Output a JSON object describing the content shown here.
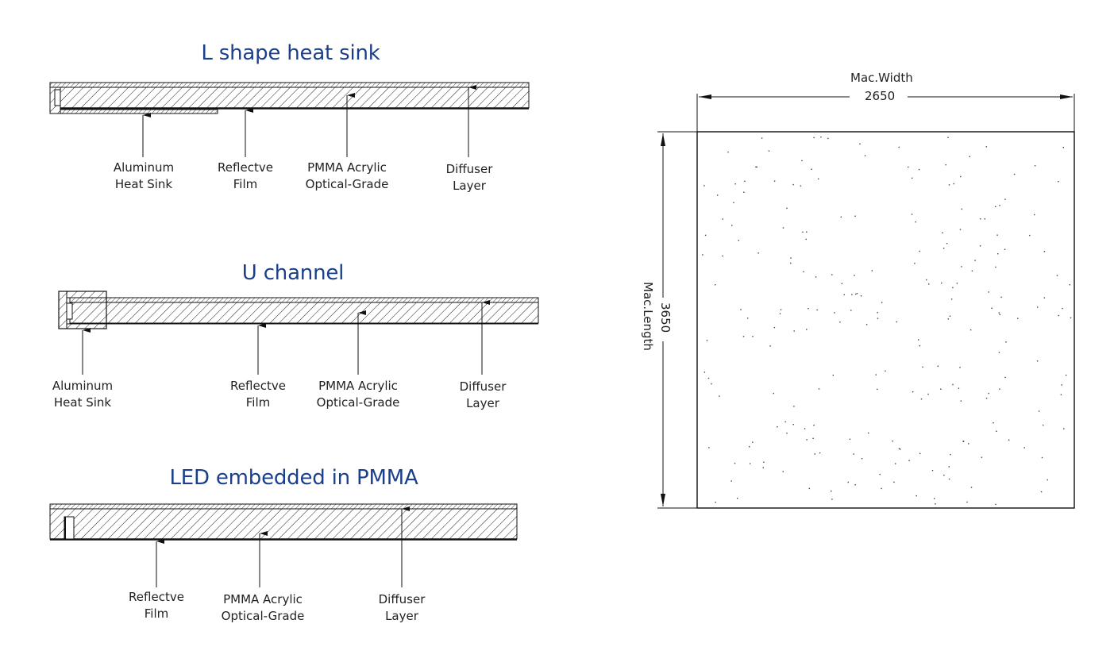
{
  "sections": [
    {
      "title": "L shape heat sink",
      "labels": [
        {
          "line1": "Aluminum",
          "line2": "Heat Sink"
        },
        {
          "line1": "Reflectve",
          "line2": "Film"
        },
        {
          "line1": "PMMA Acrylic",
          "line2": "Optical-Grade"
        },
        {
          "line1": "Diffuser",
          "line2": "Layer"
        }
      ]
    },
    {
      "title": "U channel",
      "labels": [
        {
          "line1": "Aluminum",
          "line2": "Heat Sink"
        },
        {
          "line1": "Reflectve",
          "line2": "Film"
        },
        {
          "line1": "PMMA Acrylic",
          "line2": "Optical-Grade"
        },
        {
          "line1": "Diffuser",
          "line2": "Layer"
        }
      ]
    },
    {
      "title": "LED embedded in PMMA",
      "labels": [
        {
          "line1": "Reflectve",
          "line2": "Film"
        },
        {
          "line1": "PMMA Acrylic",
          "line2": "Optical-Grade"
        },
        {
          "line1": "Diffuser",
          "line2": "Layer"
        }
      ]
    }
  ],
  "panel": {
    "width_label": "Mac.Width",
    "width_value": "2650",
    "length_label": "Mac.Length",
    "length_value": "3650"
  },
  "colors": {
    "title": "#1a3f8c",
    "line": "#111111"
  }
}
